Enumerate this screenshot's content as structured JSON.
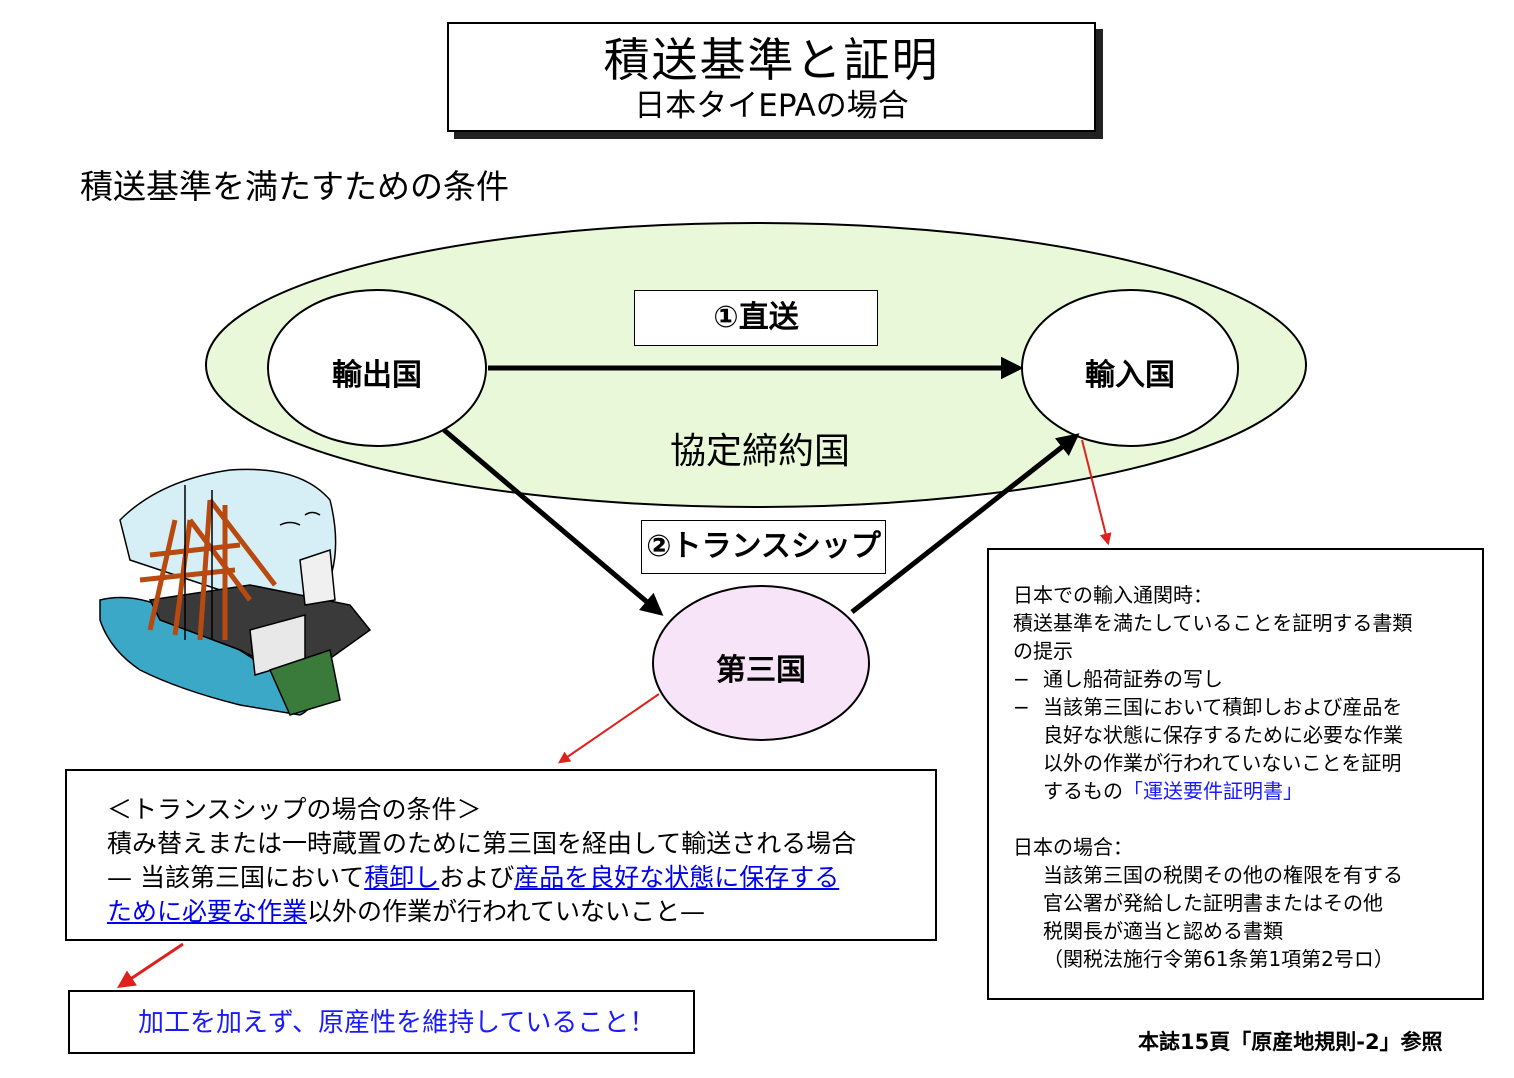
{
  "title": {
    "main": "積送基準と証明",
    "sub": "日本タイEPAの場合"
  },
  "condition_heading": "積送基準を満たすための条件",
  "diagram": {
    "exporter": "輸出国",
    "importer": "輸入国",
    "third_country": "第三国",
    "agreement_parties": "協定締約国",
    "direct_label": "①直送",
    "transship_label": "②トランスシップ",
    "colors": {
      "agreement_fill": "#e8f8d8",
      "third_country_fill": "#f8e4f8",
      "arrow_red": "#e0201c"
    }
  },
  "transship_box": {
    "heading": "＜トランスシップの場合の条件＞",
    "line1": "積み替えまたは一時蔵置のために第三国を経由して輸送される場合",
    "line2_prefix": "— 当該第三国において",
    "link_unloading": "積卸し",
    "line2_mid": "および",
    "link_preserve_1": "産品を良好な状態に保存する",
    "link_preserve_2": "ために必要な作業",
    "line3_suffix": "以外の作業が行われていないこと—"
  },
  "import_box": {
    "heading": "日本での輸入通関時：",
    "line1": "積送基準を満たしていることを証明する書類",
    "line2": "の提示",
    "bullet_dash": "−",
    "bullet1": "通し船荷証券の写し",
    "bullet2_l1": "当該第三国において積卸しおよび産品を",
    "bullet2_l2": "良好な状態に保存するために必要な作業",
    "bullet2_l3": "以外の作業が行われていないことを証明",
    "bullet2_l4_prefix": "するもの",
    "bullet2_l4_link": "「運送要件証明書」",
    "japan_case_heading": "日本の場合：",
    "japan_l1": "当該第三国の税関その他の権限を有する",
    "japan_l2": "官公署が発給した証明書またはその他",
    "japan_l3": "税関長が適当と認める書類",
    "japan_l4": "（関税法施行令第61条第1項第2号ロ）"
  },
  "keep_box": {
    "star_icon": "star-icon",
    "text": "加工を加えず、原産性を維持していること！"
  },
  "reference_note": "本誌15頁「原産地規則-2」参照"
}
